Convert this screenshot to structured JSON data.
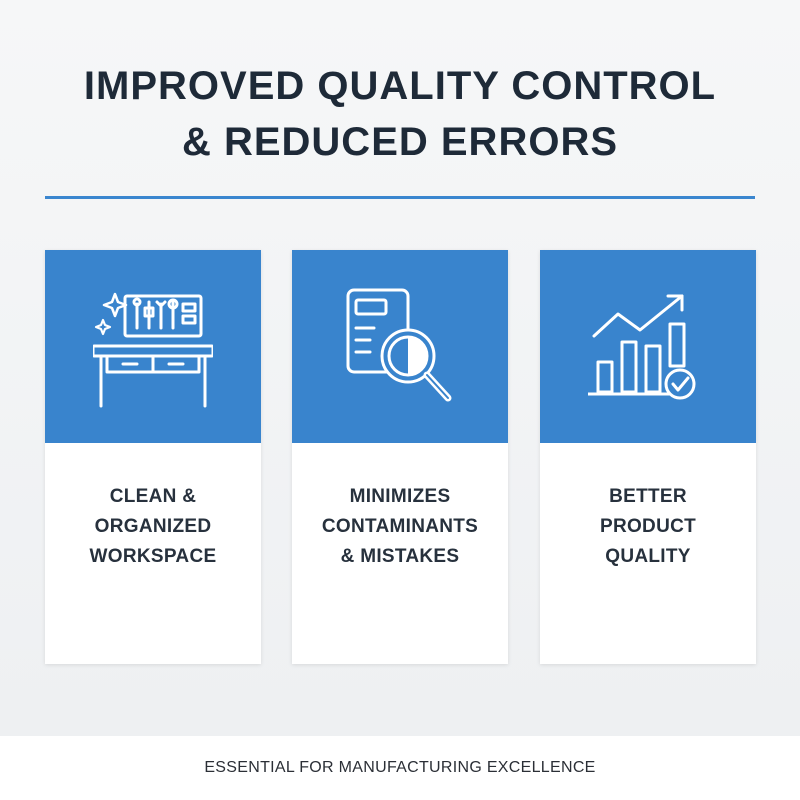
{
  "header": {
    "title_line1": "IMPROVED QUALITY CONTROL",
    "title_line2": "& REDUCED ERRORS"
  },
  "cards": [
    {
      "icon": "workbench-tools-icon",
      "label_lines": [
        "CLEAN &",
        "ORGANIZED",
        "WORKSPACE"
      ]
    },
    {
      "icon": "document-magnifier-icon",
      "label_lines": [
        "MINIMIZES",
        "CONTAMINANTS",
        "& MISTAKES"
      ]
    },
    {
      "icon": "bar-chart-check-icon",
      "label_lines": [
        "BETTER",
        "PRODUCT",
        "QUALITY"
      ]
    }
  ],
  "footer": {
    "text": "ESSENTIAL FOR MANUFACTURING EXCELLENCE"
  },
  "colors": {
    "accent_blue": "#3984cd",
    "title_text": "#1e2a38",
    "background": "#f1f2f4"
  }
}
